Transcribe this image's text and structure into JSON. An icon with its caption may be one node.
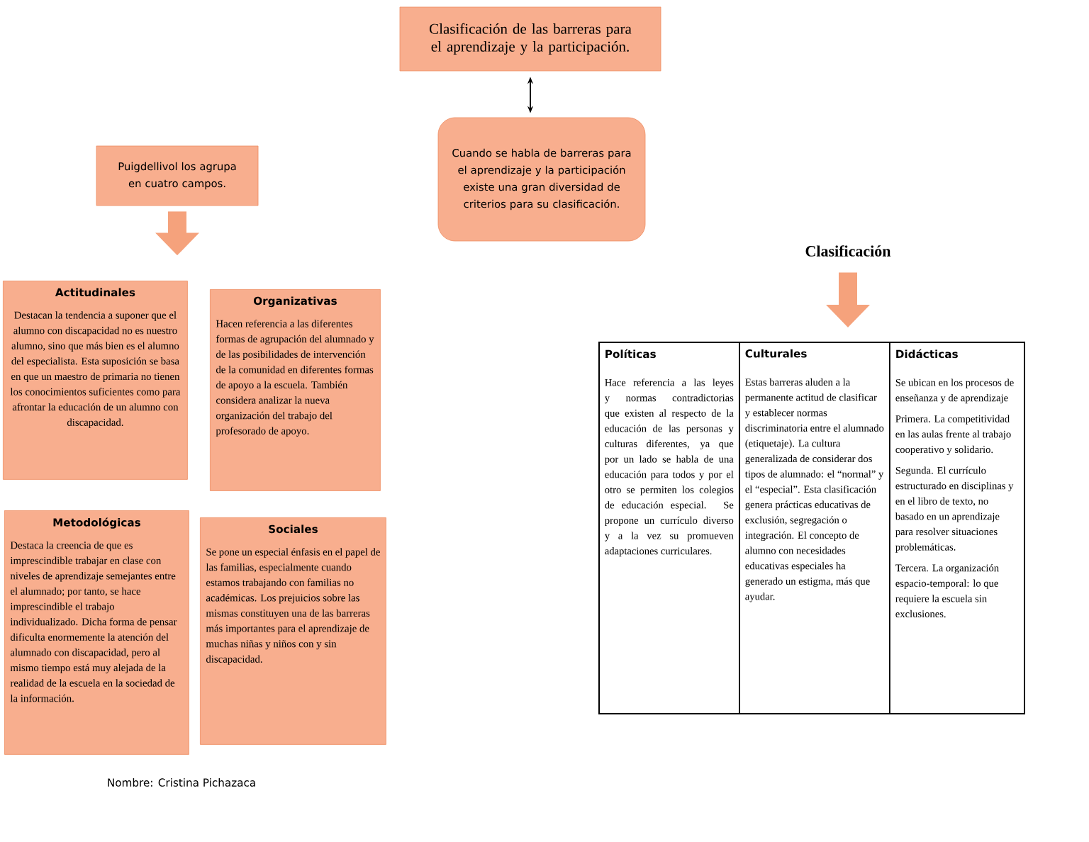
{
  "diagram": {
    "nodes": [
      {
        "text": [
          "Clasificación de las barreras para el aprendizaje y la participación."
        ]
      },
      {
        "text": [
          "Cuando se habla de barreras para el aprendizaje y la participación existe una gran diversidad de criterios para su clasificación."
        ]
      },
      {
        "text": [
          "Puigdellivol los agrupa en cuatro campos."
        ]
      },
      {
        "text": [
          "Actitudinales",
          "Destacan la tendencia a suponer que el alumno con discapacidad no es nuestro alumno, sino que más bien es el alumno del especialista. Esta suposición se basa en que un maestro de primaria no tienen los conocimientos suficientes como para afrontar la educación de un alumno con discapacidad."
        ]
      },
      {
        "text": [
          "Organizativas",
          "Hacen referencia a las diferentes formas de agrupación del alumnado y de las posibilidades de intervención de la comunidad en diferentes formas de apoyo a la escuela. También considera analizar la nueva organización del trabajo del profesorado de apoyo."
        ]
      },
      {
        "text": [
          "Metodológicas",
          "Destaca la creencia de que es imprescindible trabajar en clase con niveles de aprendizaje semejantes entre el alumnado; por tanto, se hace imprescindible el trabajo individualizado. Dicha forma de pensar dificulta enormemente la atención del alumnado con discapacidad, pero al mismo tiempo está muy alejada de la realidad de la escuela en la sociedad de la información."
        ]
      },
      {
        "text": [
          "Sociales",
          "Se pone un especial énfasis en el papel de las familias, especialmente cuando estamos trabajando con familias no académicas. Los prejuicios sobre las mismas constituyen una de las barreras más importantes para el aprendizaje de muchas niñas y niños con y sin discapacidad."
        ]
      },
      {
        "text": [
          "Clasificación"
        ]
      },
      {
        "text": [],
        "shape": "box"
      },
      {
        "text": [
          "Políticas",
          "Hace referencia a las leyes y normas contradictorias que existen al respecto de la educación de las personas y culturas diferentes, ya que por un lado se habla de una educación para todos y por el otro se permiten los colegios de educación especial. Se propone un currículo diverso y a la vez su promueven adaptaciones curriculares."
        ],
        "in": 8
      },
      {
        "text": [
          "Culturales",
          "Estas barreras aluden a la permanente actitud de clasificar y establecer normas discriminatoria entre el alumnado (etiquetaje). La cultura generalizada de considerar dos tipos de alumnado: el “normal” y el “especial”. Esta clasificación genera prácticas educativas de exclusión, segregación o integración. El concepto de alumno con necesidades educativas especiales ha generado un estigma, más que ayudar."
        ],
        "in": 8
      },
      {
        "text": [
          "Didácticas",
          "Se ubican en los procesos de enseñanza y de aprendizaje",
          "Primera. La competitividad en las aulas frente al trabajo cooperativo y solidario.",
          "Segunda. El currículo estructurado en disciplinas y en el libro de texto, no basado en un aprendizaje para resolver situaciones problemáticas.",
          "Tercera. La organización espacio-temporal: lo que requiere la escuela sin exclusiones."
        ],
        "in": 8
      }
    ],
    "edges": [
      {
        "from": 0,
        "to": 1,
        "arrow": "both",
        "color": "#000000"
      },
      {
        "from": 2,
        "to": null,
        "arrow": "to"
      },
      {
        "from": 7,
        "to": 8,
        "arrow": "to"
      }
    ],
    "labels": [
      "Nombre: Cristina Pichazaca"
    ]
  }
}
